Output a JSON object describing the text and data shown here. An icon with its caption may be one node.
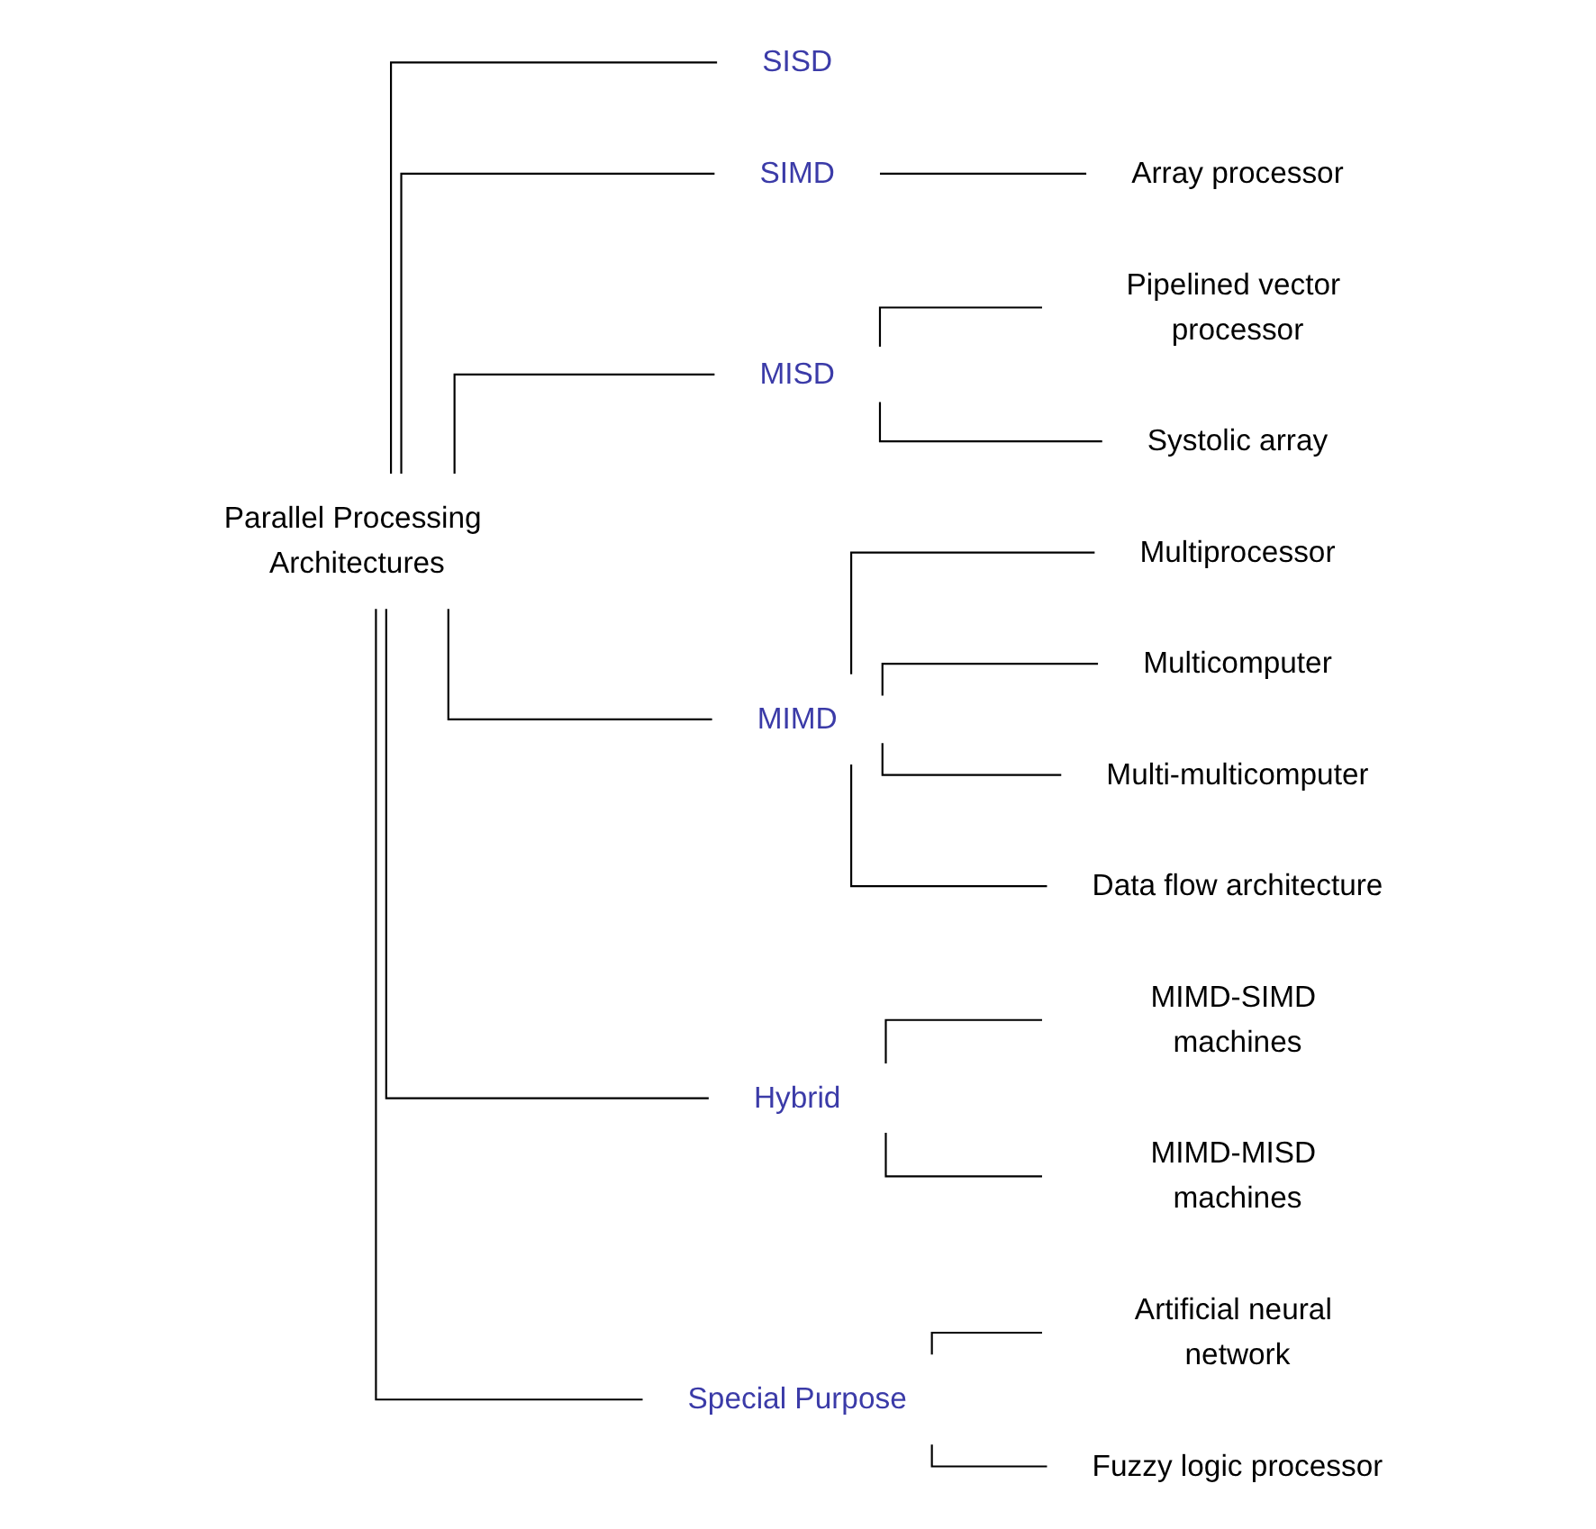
{
  "diagram": {
    "nodes": [
      {
        "text": [
          "Parallel Processing Architectures"
        ]
      },
      {
        "text": [
          "SISD"
        ]
      },
      {
        "text": [
          "SIMD"
        ]
      },
      {
        "text": [
          "Array processor"
        ]
      },
      {
        "text": [
          "MISD"
        ]
      },
      {
        "text": [
          "Pipelined vector processor"
        ]
      },
      {
        "text": [
          "Systolic array"
        ]
      },
      {
        "text": [
          "MIMD"
        ]
      },
      {
        "text": [
          "Multiprocessor"
        ]
      },
      {
        "text": [
          "Multicomputer"
        ]
      },
      {
        "text": [
          "Multi-multicomputer"
        ]
      },
      {
        "text": [
          "Data flow architecture"
        ]
      },
      {
        "text": [
          "Hybrid"
        ]
      },
      {
        "text": [
          "MIMD-SIMD machines"
        ]
      },
      {
        "text": [
          "MIMD-MISD machines"
        ]
      },
      {
        "text": [
          "Special Purpose"
        ]
      },
      {
        "text": [
          "Artificial neural network"
        ]
      },
      {
        "text": [
          "Fuzzy logic processor"
        ]
      }
    ],
    "edges": [
      {
        "from": 0,
        "to": 1,
        "arrow": "none"
      },
      {
        "from": 0,
        "to": 2,
        "arrow": "none"
      },
      {
        "from": 2,
        "to": 3,
        "arrow": "none"
      },
      {
        "from": 0,
        "to": 4,
        "arrow": "none"
      },
      {
        "from": 4,
        "to": 5,
        "arrow": "none"
      },
      {
        "from": 4,
        "to": 6,
        "arrow": "none"
      },
      {
        "from": 0,
        "to": 7,
        "arrow": "none"
      },
      {
        "from": 7,
        "to": 8,
        "arrow": "none"
      },
      {
        "from": 7,
        "to": 9,
        "arrow": "none"
      },
      {
        "from": 7,
        "to": 10,
        "arrow": "none"
      },
      {
        "from": 7,
        "to": 11,
        "arrow": "none"
      },
      {
        "from": 0,
        "to": 12,
        "arrow": "none"
      },
      {
        "from": 12,
        "to": 13,
        "arrow": "none"
      },
      {
        "from": 12,
        "to": 14,
        "arrow": "none"
      },
      {
        "from": 0,
        "to": 15,
        "arrow": "none"
      },
      {
        "from": 15,
        "to": 16,
        "arrow": "none"
      },
      {
        "from": 15,
        "to": 17,
        "arrow": "none"
      }
    ]
  }
}
